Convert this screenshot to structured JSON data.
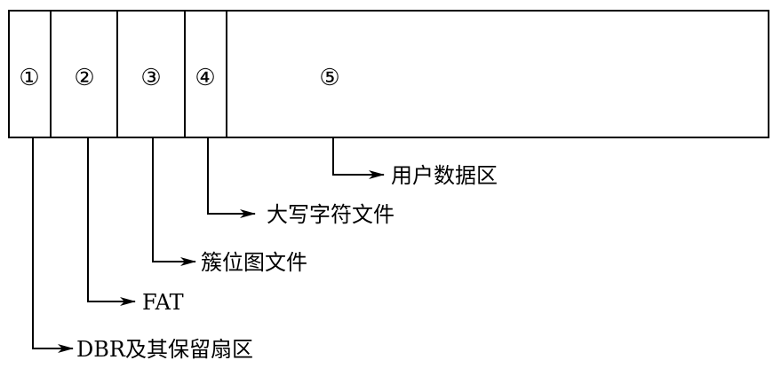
{
  "diagram": {
    "cells": [
      "①",
      "②",
      "③",
      "④",
      "⑤"
    ],
    "callouts": [
      {
        "cell": "⑤",
        "label": "用户数据区"
      },
      {
        "cell": "④",
        "label": "大写字符文件"
      },
      {
        "cell": "③",
        "label": "簇位图文件"
      },
      {
        "cell": "②",
        "label": "FAT"
      },
      {
        "cell": "①",
        "label": "DBR及其保留扇区"
      }
    ],
    "colors": {
      "stroke": "#000000",
      "background": "#ffffff"
    }
  }
}
